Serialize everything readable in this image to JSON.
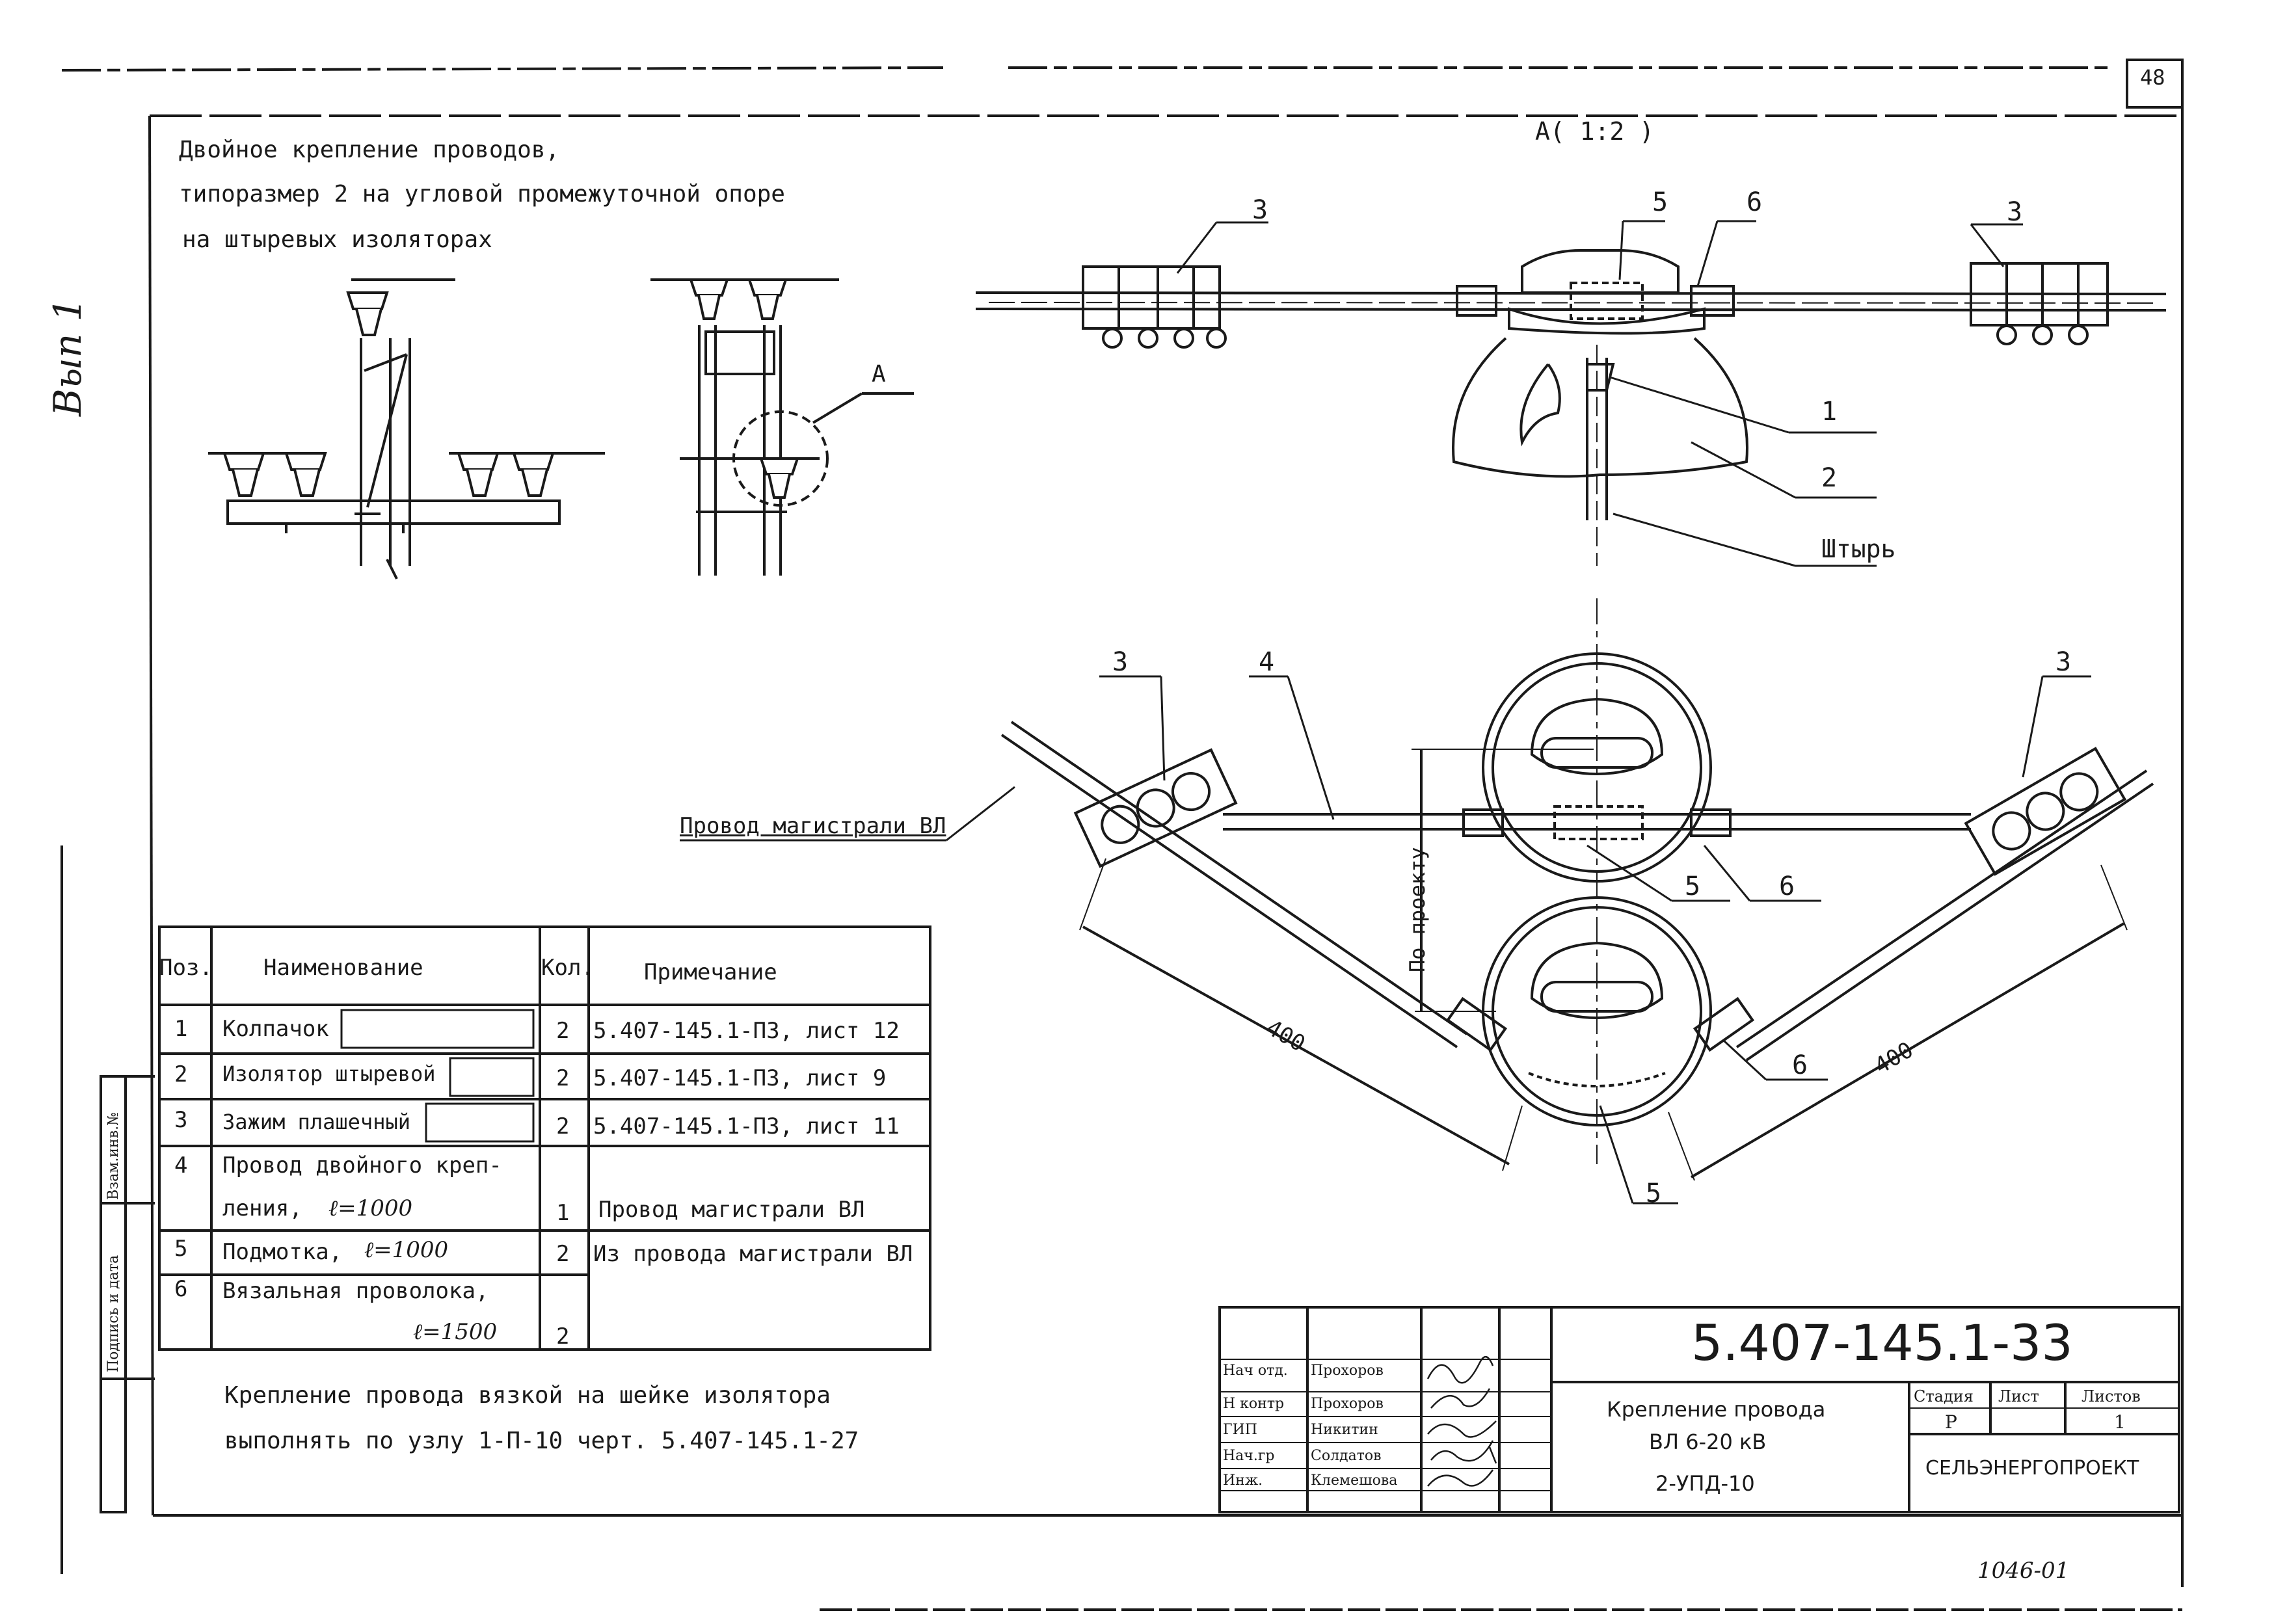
{
  "sheet_number": "48",
  "side_vertical_label": "Вып 1",
  "side_stamp_labels": [
    "Взам.инв.№",
    "Подпись и дата"
  ],
  "title_lines": [
    "Двойное крепление проводов,",
    "типоразмер 2 на угловой промежуточной опоре",
    "на штыревых изоляторах"
  ],
  "view_label": "А( 1:2 )",
  "callout_a": "А",
  "callouts": {
    "n1": "1",
    "n2": "2",
    "n3": "3",
    "n4": "4",
    "n5": "5",
    "n6": "6",
    "pin": "Штырь",
    "main_wire": "Провод магистрали ВЛ",
    "by_project": "По проекту",
    "dim_400": "400"
  },
  "parts_table": {
    "headers": {
      "pos": "Поз.",
      "name": "Наименование",
      "qty": "Кол.",
      "note": "Примечание"
    },
    "rows": [
      {
        "pos": "1",
        "name": "Колпачок",
        "qty": "2",
        "note": "5.407-145.1-ПЗ, лист 12"
      },
      {
        "pos": "2",
        "name": "Изолятор штыревой",
        "qty": "2",
        "note": "5.407-145.1-ПЗ, лист 9"
      },
      {
        "pos": "3",
        "name": "Зажим плашечный",
        "qty": "2",
        "note": "5.407-145.1-ПЗ, лист 11"
      },
      {
        "pos": "4",
        "name": "Провод двойного креп-",
        "name2": "ления,",
        "len": "ℓ=1000",
        "qty": "1",
        "note": "Провод магистрали ВЛ"
      },
      {
        "pos": "5",
        "name": "Подмотка,",
        "len": "ℓ=1000",
        "qty": "2",
        "note": "Из провода магистрали ВЛ"
      },
      {
        "pos": "6",
        "name": "Вязальная проволока,",
        "len": "ℓ=1500",
        "qty": "2",
        "note": ""
      }
    ]
  },
  "footnote_lines": [
    "Крепление провода вязкой на шейке изолятора",
    "выполнять по узлу 1-П-10 черт. 5.407-145.1-27"
  ],
  "title_block": {
    "doc_code": "5.407-145.1-33",
    "roles": [
      {
        "role": "Нач отд.",
        "name": "Прохоров"
      },
      {
        "role": "Н контр",
        "name": "Прохоров"
      },
      {
        "role": "ГИП",
        "name": "Никитин"
      },
      {
        "role": "Нач.гр",
        "name": "Солдатов"
      },
      {
        "role": "Инж.",
        "name": "Клемешова"
      }
    ],
    "drawing_title": [
      "Крепление провода",
      "ВЛ 6-20 кВ",
      "2-УПД-10"
    ],
    "stage_header": "Стадия",
    "sheet_header": "Лист",
    "sheets_header": "Листов",
    "stage": "Р",
    "sheet": "",
    "sheets": "1",
    "organization": "СЕЛЬЭНЕРГОПРОЕКТ"
  },
  "archive_number": "1046-01"
}
